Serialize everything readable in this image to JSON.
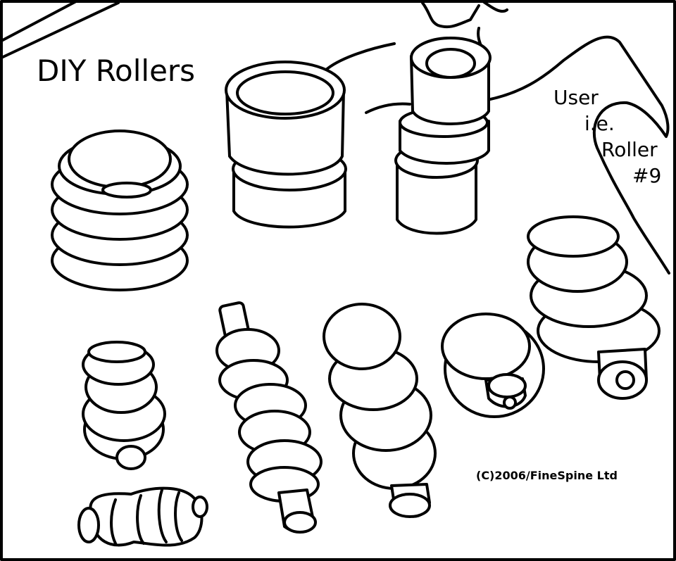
{
  "title": "DIY Rollers",
  "side_note": {
    "line1": "User",
    "line2": "i.e.",
    "line3": "Roller",
    "line4": "#9"
  },
  "copyright": "(C)2006/FineSpine Ltd",
  "colors": {
    "ink": "#000000",
    "paper": "#ffffff"
  }
}
